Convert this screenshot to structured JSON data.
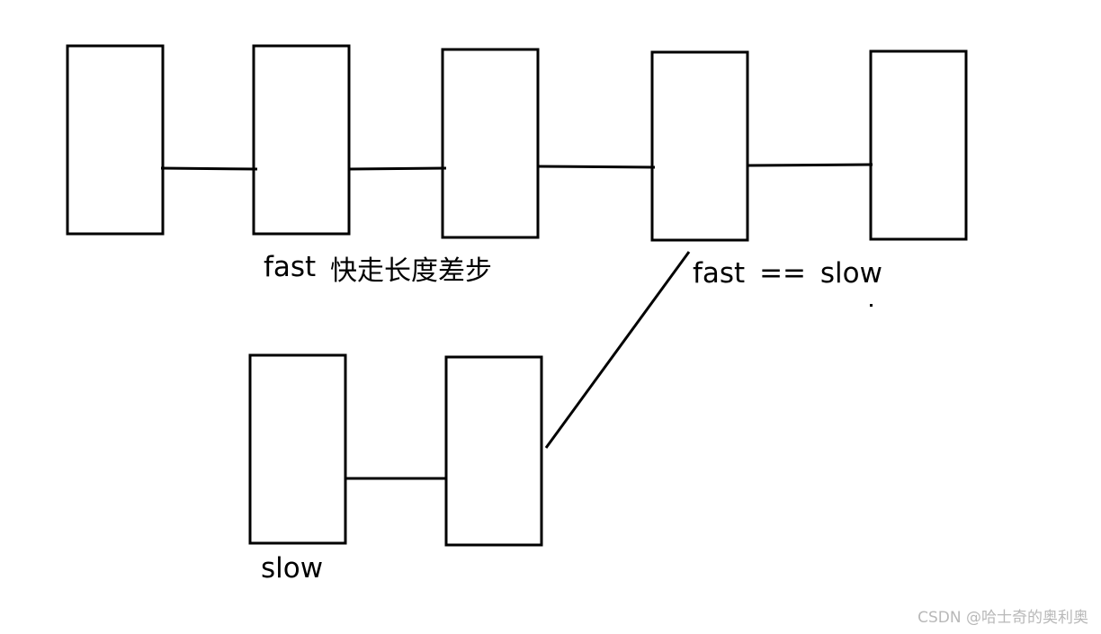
{
  "labels": {
    "fast_start": "fast",
    "fast_note": "快走长度差步",
    "meet": "fast  == slow",
    "slow_start": "slow"
  },
  "watermark": "CSDN @哈士奇的奥利奥",
  "colors": {
    "stroke": "#000000",
    "background": "#ffffff",
    "watermark": "#b8b8b8"
  }
}
